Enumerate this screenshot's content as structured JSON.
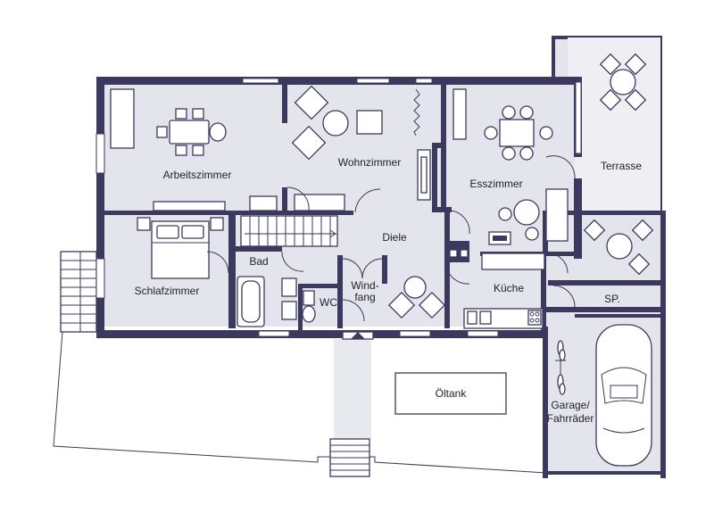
{
  "colors": {
    "wall": "#3b3a5e",
    "room": "#e4e4ec",
    "outdoor": "#ffffff"
  },
  "rooms": {
    "arbeitszimmer": "Arbeitszimmer",
    "wohnzimmer": "Wohnzimmer",
    "esszimmer": "Esszimmer",
    "terrasse": "Terrasse",
    "schlafzimmer": "Schlafzimmer",
    "bad": "Bad",
    "diele": "Diele",
    "windfang_1": "Wind-",
    "windfang_2": "fang",
    "wc": "WC",
    "kueche": "Küche",
    "speisekammer": "SP.",
    "garage_1": "Garage/",
    "garage_2": "Fahrräder",
    "oeltank": "Öltank"
  }
}
